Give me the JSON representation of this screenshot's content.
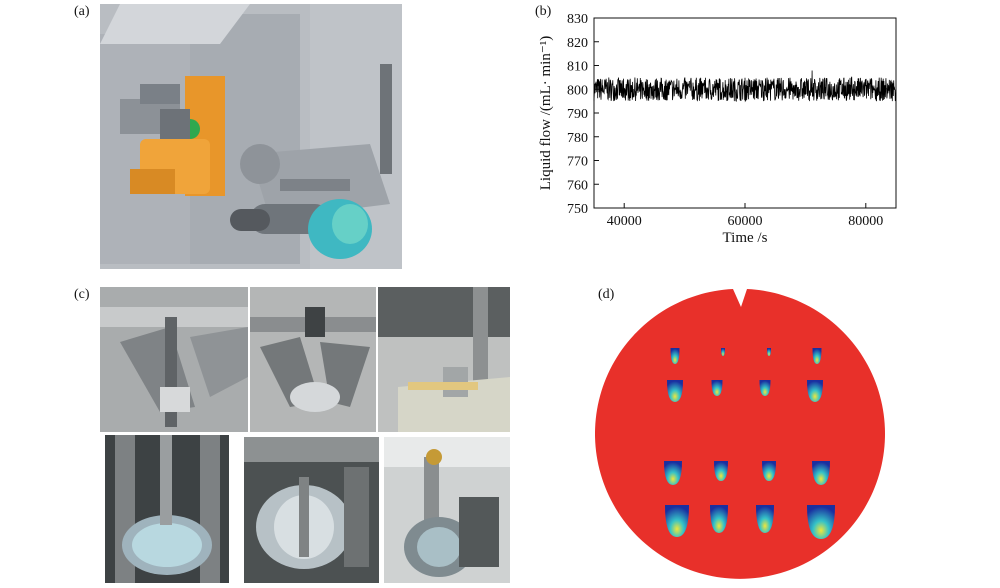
{
  "figure": {
    "panel_labels": {
      "a": "(a)",
      "b": "(b)",
      "c": "(c)",
      "d": "(d)"
    }
  },
  "panel_a": {
    "description_icon": "cad-machine-render",
    "colors": {
      "frame": "#9aa0a6",
      "orange": "#e8962a",
      "cyan": "#3fb8c2",
      "green": "#2fa84f"
    }
  },
  "panel_c": {
    "photos": [
      "gimbal-photo-1",
      "gimbal-photo-2",
      "gimbal-photo-3",
      "gimbal-photo-4",
      "gimbal-photo-5",
      "gimbal-photo-6"
    ]
  },
  "panel_d": {
    "colors": {
      "background": "#e8302a",
      "spot_dark": "#1a2fa0",
      "spot_mid": "#35c3c8",
      "spot_light": "#f1e63a"
    }
  },
  "chart_data": {
    "type": "line",
    "xlabel": "Time /s",
    "ylabel": "Liquid flow /(mL· min⁻¹)",
    "xlim": [
      35000,
      85000
    ],
    "ylim": [
      750,
      830
    ],
    "x_ticks": [
      40000,
      60000,
      80000
    ],
    "y_ticks": [
      750,
      760,
      770,
      780,
      790,
      800,
      810,
      820,
      830
    ],
    "series": [
      {
        "mean": 800,
        "noise_band": [
          795,
          805
        ],
        "x_start": 35000,
        "x_end": 85000,
        "color": "#000000"
      }
    ],
    "grid": false
  }
}
